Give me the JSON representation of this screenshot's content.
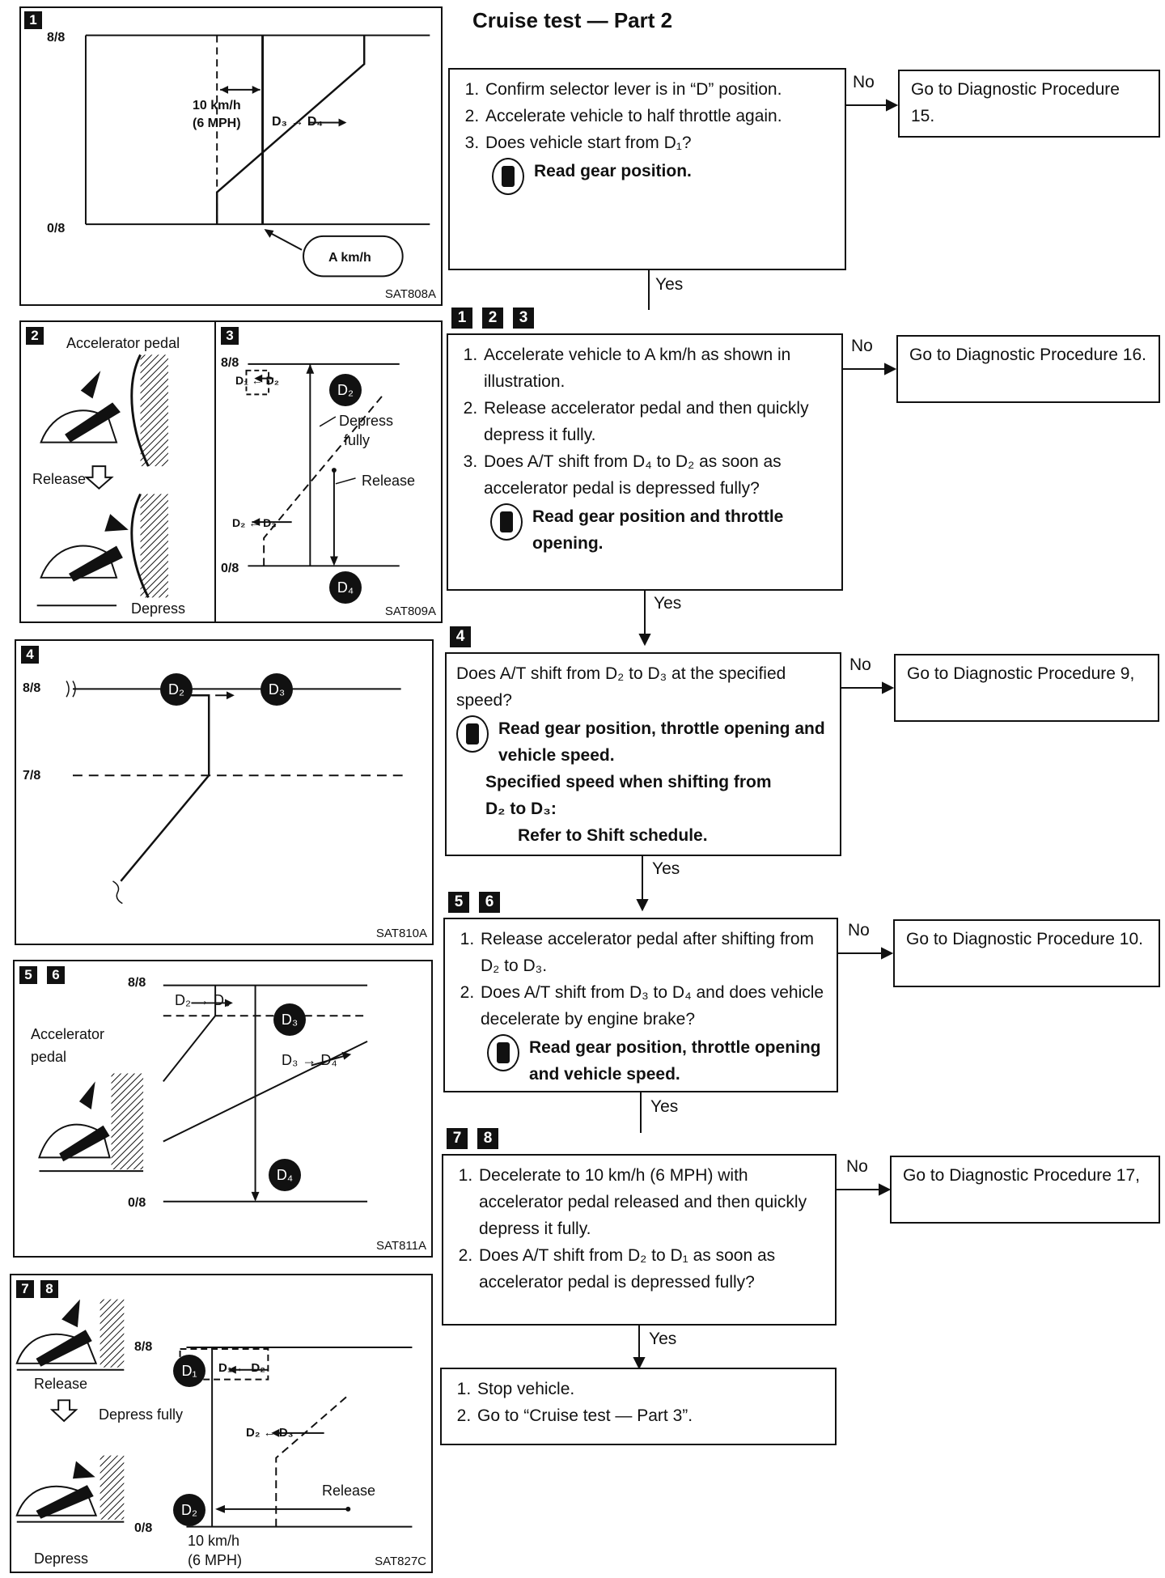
{
  "title": "Cruise test — Part 2",
  "panel1": {
    "badge": "1",
    "y_top": "8/8",
    "y_bottom": "0/8",
    "offset_line1": "10 km/h",
    "offset_line2": "(6 MPH)",
    "shift": "D₃ → D₄",
    "speed": "A km/h",
    "code": "SAT808A"
  },
  "panel2": {
    "badge": "2",
    "pedal_label": "Accelerator pedal",
    "release": "Release",
    "depress": "Depress"
  },
  "panel3": {
    "badge": "3",
    "y_top": "8/8",
    "y_bottom": "0/8",
    "d1_d2": "D₁ ← D₂",
    "d2": "D₂",
    "depress_line1": "Depress",
    "depress_line2": "fully",
    "release": "Release",
    "d2_d3": "D₂ ← D₃",
    "d4": "D₄",
    "code": "SAT809A"
  },
  "panel4": {
    "badge": "4",
    "y_top": "8/8",
    "y_mid": "7/8",
    "d2": "D₂",
    "d3": "D₃",
    "code": "SAT810A"
  },
  "panel5": {
    "badge1": "5",
    "badge2": "6",
    "y_top": "8/8",
    "y_bottom": "0/8",
    "d2_d3": "D₂ → D₃",
    "d3": "D₃",
    "pedal_line1": "Accelerator",
    "pedal_line2": "pedal",
    "d3_d4": "D₃ → D₄",
    "d4": "D₄",
    "code": "SAT811A"
  },
  "panel7": {
    "badge1": "7",
    "badge2": "8",
    "y_top": "8/8",
    "y_bottom": "0/8",
    "d1": "D₁",
    "d1_d2": "D₁ ← D₂",
    "release": "Release",
    "depress_fully": "Depress fully",
    "d2_d3": "D₂ ← D₃",
    "release2": "Release",
    "d2": "D₂",
    "speed_line1": "10 km/h",
    "speed_line2": "(6 MPH)",
    "depress": "Depress",
    "code": "SAT827C"
  },
  "steps": [
    {
      "badges": [],
      "items": [
        "Confirm selector lever is in “D” position.",
        "Accelerate vehicle to half throttle again.",
        "Does vehicle start from D₁?"
      ],
      "read": "Read gear position.",
      "no_label": "No",
      "no_text": "Go to Diagnostic Procedure 15.",
      "yes_label": "Yes"
    },
    {
      "badges": [
        "1",
        "2",
        "3"
      ],
      "items": [
        "Accelerate vehicle to A km/h as shown in illustration.",
        "Release accelerator pedal and then quickly depress it fully.",
        "Does A/T shift from D₄ to D₂ as soon as accelerator pedal is depressed fully?"
      ],
      "read": "Read gear position and throttle opening.",
      "no_label": "No",
      "no_text": "Go to Diagnostic Procedure 16.",
      "yes_label": "Yes"
    },
    {
      "badges": [
        "4"
      ],
      "question": "Does A/T shift from D₂ to D₃ at the specified speed?",
      "read": "Read gear position, throttle opening and vehicle speed.",
      "spec1": "Specified speed when shifting from",
      "spec2": "D₂ to D₃:",
      "spec3": "Refer to Shift schedule.",
      "no_label": "No",
      "no_text": "Go to Diagnostic Procedure 9,",
      "yes_label": "Yes"
    },
    {
      "badges": [
        "5",
        "6"
      ],
      "items": [
        "Release accelerator pedal after shifting from D₂ to D₃.",
        "Does A/T shift from D₃ to D₄ and does vehicle decelerate by engine brake?"
      ],
      "read": "Read gear position, throttle opening and vehicle speed.",
      "no_label": "No",
      "no_text": "Go to Diagnostic Procedure 10.",
      "yes_label": "Yes"
    },
    {
      "badges": [
        "7",
        "8"
      ],
      "items": [
        "Decelerate to 10 km/h (6 MPH) with accelerator pedal released and then quickly depress it fully.",
        "Does A/T shift from D₂ to D₁ as soon as accelerator pedal is depressed fully?"
      ],
      "no_label": "No",
      "no_text": "Go to Diagnostic Procedure 17,",
      "yes_label": "Yes"
    },
    {
      "badges": [],
      "items": [
        "Stop vehicle.",
        "Go to “Cruise test — Part 3”."
      ]
    }
  ]
}
